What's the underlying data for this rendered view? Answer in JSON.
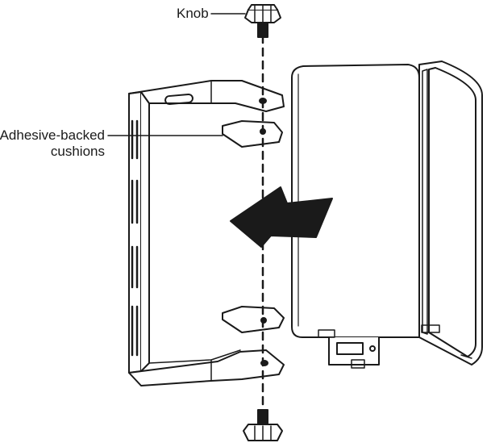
{
  "callouts": {
    "knob": "Knob",
    "cushions_line1": "Adhesive-backed",
    "cushions_line2": "cushions"
  },
  "colors": {
    "line": "#1a1a1a",
    "arrow": "#1a1a1a",
    "background": "#ffffff"
  }
}
